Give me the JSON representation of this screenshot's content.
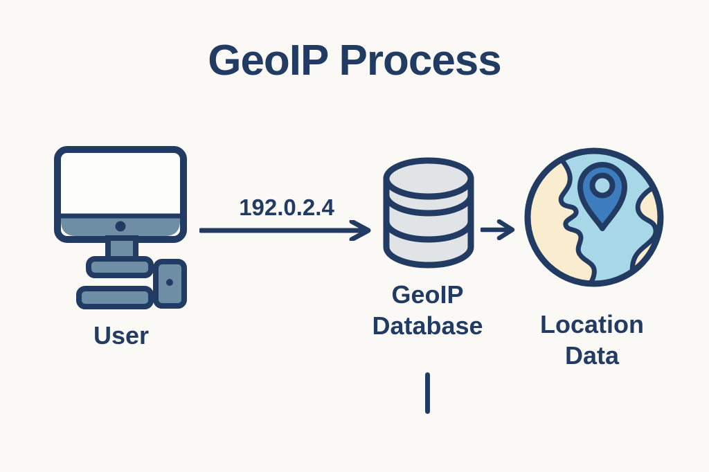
{
  "title": "GeoIP Process",
  "diagram": {
    "nodes": [
      {
        "id": "user",
        "label": "User",
        "icon": "desktop-computer-icon"
      },
      {
        "id": "geoip-database",
        "label": "GeoIP Database",
        "icon": "database-icon"
      },
      {
        "id": "location-data",
        "label": "Location Data",
        "icon": "globe-location-pin-icon"
      }
    ],
    "edges": [
      {
        "from": "user",
        "to": "geoip-database",
        "label": "192.0.2.4",
        "icon": "arrow-right-icon"
      },
      {
        "from": "geoip-database",
        "to": "location-data",
        "label": "",
        "icon": "arrow-right-icon"
      }
    ]
  },
  "colors": {
    "background": "#faf9f5",
    "navy": "#223b63",
    "steel_blue": "#6e8ea6",
    "screen_white": "#fdfdfa",
    "database_gray": "#e1e4e6",
    "ocean_blue": "#a8d8e7",
    "land_cream": "#faeccf",
    "pin_blue": "#3e7dbd"
  }
}
